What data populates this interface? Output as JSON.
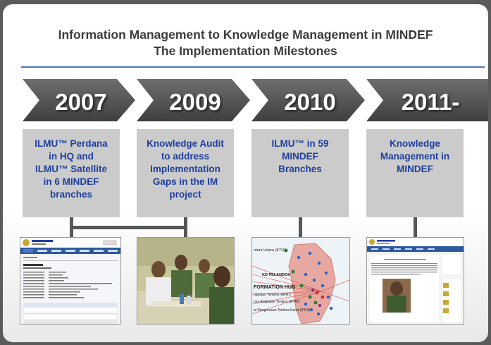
{
  "title": {
    "line1": "Information Management to Knowledge Management in  MINDEF",
    "line2": "The Implementation Milestones"
  },
  "milestones": [
    {
      "year": "2007",
      "text": [
        "ILMU™ Perdana",
        "in HQ and",
        "ILMU™ Satellite",
        "in 6 MINDEF",
        "branches"
      ]
    },
    {
      "year": "2009",
      "text": [
        "Knowledge Audit",
        "to address",
        "Implementation",
        "Gaps in the IM",
        "project"
      ]
    },
    {
      "year": "2010",
      "text": [
        "ILMU™ in 59",
        "MINDEF",
        "Branches"
      ]
    },
    {
      "year": "2011-",
      "text": [
        "Knowledge",
        "Management in",
        "MINDEF"
      ]
    }
  ],
  "map_labels": {
    "top": "ntera Udara (KTU)",
    "mid": "KD PELANDOK",
    "hub": "FORMATION HUB",
    "l1": "ngkatan Tentera (MPAT)",
    "l2": "ous Angkatan Tentera (MTAT)",
    "l3": "at Pengurusan Tentera Darat (IPDA)"
  },
  "colors": {
    "arrow": "#555555",
    "box": "#cbcbcb",
    "box_text": "#1e3f9e",
    "rule": "#4a78b8"
  }
}
